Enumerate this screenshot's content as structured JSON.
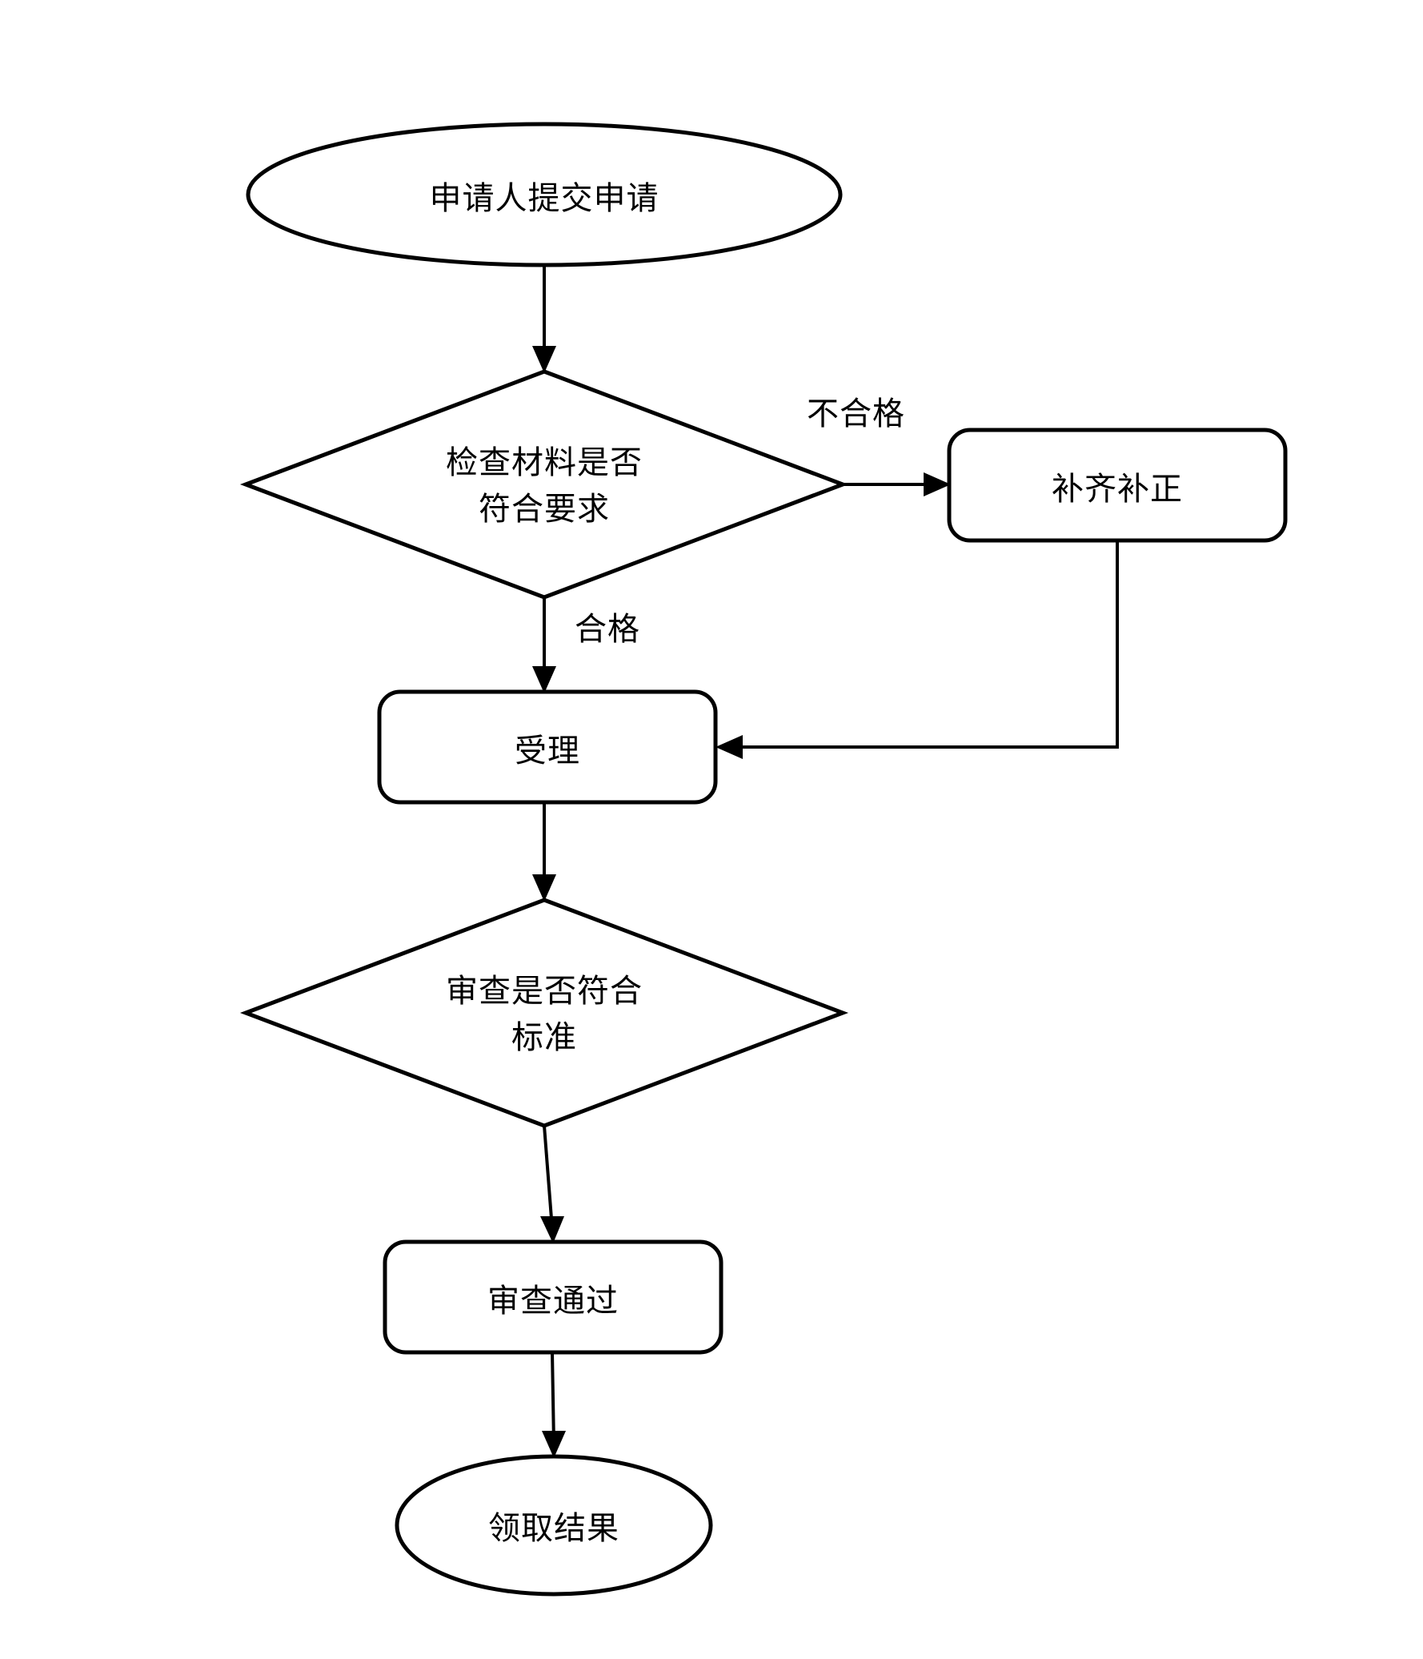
{
  "diagram": {
    "type": "flowchart",
    "orientation": "top-to-bottom",
    "background_color": "#ffffff",
    "stroke_color": "#000000",
    "text_color": "#000000",
    "nodes": [
      {
        "id": "start",
        "shape": "ellipse",
        "label": "申请人提交申请",
        "role": "start-terminator"
      },
      {
        "id": "check_materials",
        "shape": "diamond",
        "label": "检查材料是否\n符合要求",
        "role": "decision"
      },
      {
        "id": "supplement",
        "shape": "rounded-rect",
        "label": "补齐补正",
        "role": "process"
      },
      {
        "id": "accept",
        "shape": "rounded-rect",
        "label": "受理",
        "role": "process"
      },
      {
        "id": "review_standard",
        "shape": "diamond",
        "label": "审查是否符合\n标准",
        "role": "decision"
      },
      {
        "id": "review_passed",
        "shape": "rounded-rect",
        "label": "审查通过",
        "role": "process"
      },
      {
        "id": "get_result",
        "shape": "ellipse",
        "label": "领取结果",
        "role": "end-terminator"
      }
    ],
    "edges": [
      {
        "from": "start",
        "to": "check_materials",
        "label": ""
      },
      {
        "from": "check_materials",
        "to": "supplement",
        "label": "不合格"
      },
      {
        "from": "check_materials",
        "to": "accept",
        "label": "合格"
      },
      {
        "from": "supplement",
        "to": "accept",
        "label": ""
      },
      {
        "from": "accept",
        "to": "review_standard",
        "label": ""
      },
      {
        "from": "review_standard",
        "to": "review_passed",
        "label": ""
      },
      {
        "from": "review_passed",
        "to": "get_result",
        "label": ""
      }
    ],
    "edge_labels": {
      "fail": "不合格",
      "pass": "合格"
    }
  }
}
